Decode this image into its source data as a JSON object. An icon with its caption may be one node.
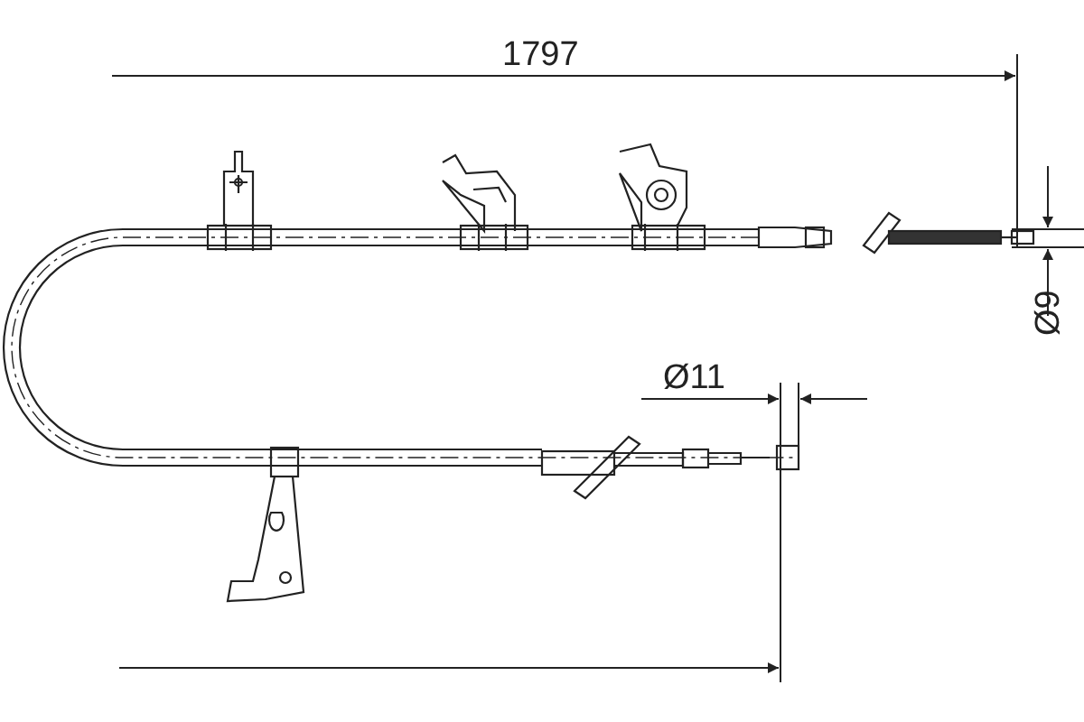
{
  "diagram": {
    "labels": [
      "1797",
      "Ø9",
      "Ø11"
    ]
  }
}
